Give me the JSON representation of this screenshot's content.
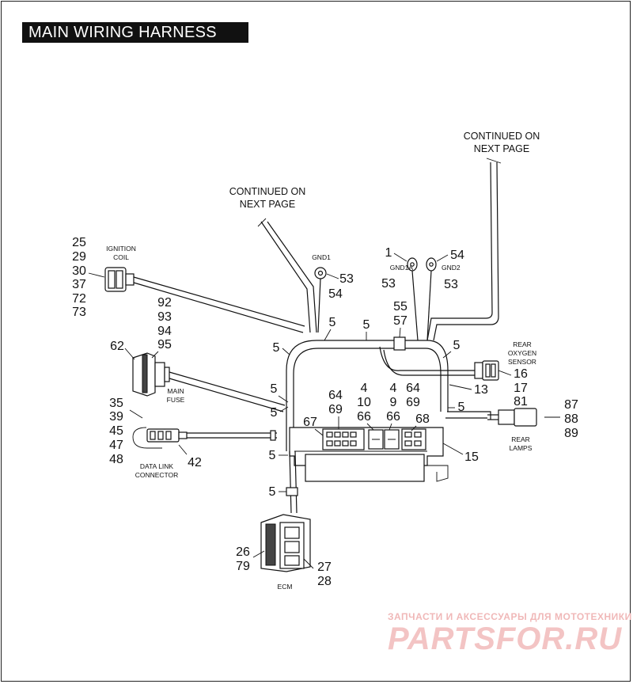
{
  "title": "MAIN WIRING HARNESS",
  "continued_top_left": [
    "CONTINUED ON",
    "NEXT PAGE"
  ],
  "continued_top_right": [
    "CONTINUED ON",
    "NEXT PAGE"
  ],
  "components": {
    "ignition_coil": [
      "IGNITION",
      "COIL"
    ],
    "main_fuse": [
      "MAIN",
      "FUSE"
    ],
    "data_link_connector": [
      "DATA LINK",
      "CONNECTOR"
    ],
    "rear_oxygen_sensor": [
      "REAR",
      "OXYGEN",
      "SENSOR"
    ],
    "rear_lamps": [
      "REAR",
      "LAMPS"
    ],
    "ecm": "ECM",
    "gnd1": "GND1",
    "gnd1a": "GND1A",
    "gnd2": "GND2"
  },
  "callouts": {
    "ignition_coil_parts": [
      "25",
      "29",
      "30",
      "37",
      "72",
      "73"
    ],
    "main_fuse_parts": [
      "92",
      "93",
      "94",
      "95"
    ],
    "main_fuse_bracket": "62",
    "data_link_parts": [
      "35",
      "39",
      "45",
      "47",
      "48"
    ],
    "data_link_ref": "42",
    "ecm_left": [
      "26",
      "79"
    ],
    "ecm_right": [
      "27",
      "28"
    ],
    "gnd1_top": "53",
    "gnd1_bottom": "54",
    "gnd1a_top": "1",
    "gnd1a_bottom": "53",
    "gnd2_top": "54",
    "gnd2_bottom": "53",
    "cable_tie": "5",
    "rear_pair": [
      "55",
      "57"
    ],
    "oxygen_parts": [
      "16",
      "17"
    ],
    "harness_ref": "13",
    "rear_lamp_conn": "81",
    "rear_lamp_parts": [
      "87",
      "88",
      "89"
    ],
    "fuse_block_left": [
      "64",
      "69"
    ],
    "fuse_block_left_num": "67",
    "relay_a": [
      "4",
      "10",
      "66"
    ],
    "relay_b": [
      "4",
      "9",
      "66"
    ],
    "fuse_block_right": [
      "64",
      "69"
    ],
    "fuse_block_right_num": "68",
    "tray_ref": "15"
  },
  "watermark": {
    "line1": "ЗАПЧАСТИ И АКСЕССУАРЫ ДЛЯ МОТОТЕХНИКИ",
    "line2": "PARTSFOR.RU"
  }
}
